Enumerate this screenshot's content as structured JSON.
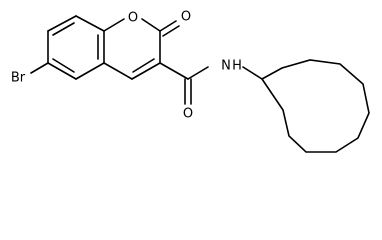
{
  "atoms": {
    "ring_oxygen": "O",
    "carbonyl_oxygen_top": "O",
    "bromine": "Br",
    "amide_nitrogen": "N",
    "amide_hydrogen": "H",
    "amide_oxygen": "O"
  },
  "colors": {
    "bond": "#000000",
    "label": "#000000",
    "background": "#ffffff"
  }
}
